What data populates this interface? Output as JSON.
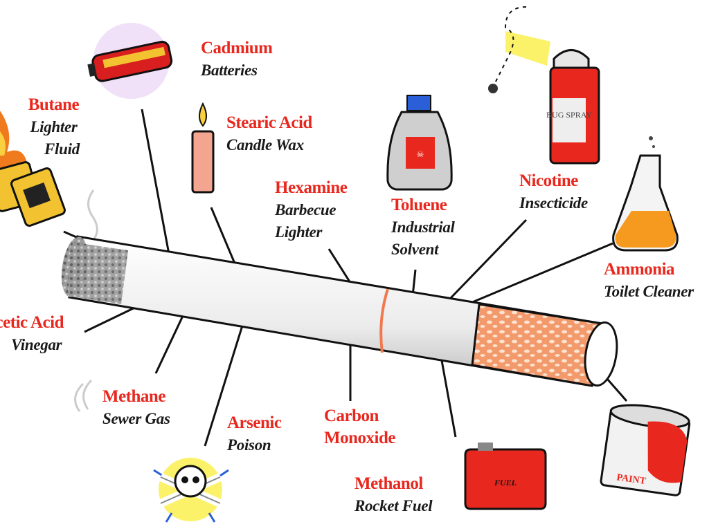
{
  "title": "Chemicals in a cigarette",
  "labels": {
    "cadmium": {
      "chemical": "Cadmium",
      "use": [
        "Batteries"
      ]
    },
    "butane": {
      "chemical": "Butane",
      "use": [
        "Lighter",
        "Fluid"
      ]
    },
    "stearic": {
      "chemical": "Stearic Acid",
      "use": [
        "Candle Wax"
      ]
    },
    "hexamine": {
      "chemical": "Hexamine",
      "use": [
        "Barbecue",
        "Lighter"
      ]
    },
    "toluene": {
      "chemical": "Toluene",
      "use": [
        "Industrial",
        "Solvent"
      ]
    },
    "nicotine": {
      "chemical": "Nicotine",
      "use": [
        "Insecticide"
      ]
    },
    "ammonia": {
      "chemical": "Ammonia",
      "use": [
        "Toilet Cleaner"
      ]
    },
    "acetic": {
      "chemical": "Acetic Acid",
      "use": [
        "Vinegar"
      ]
    },
    "methane": {
      "chemical": "Methane",
      "use": [
        "Sewer Gas"
      ]
    },
    "arsenic": {
      "chemical": "Arsenic",
      "use": [
        "Poison"
      ]
    },
    "carbon": {
      "chemical": "Carbon",
      "use": [
        "Monoxide"
      ]
    },
    "methanol": {
      "chemical": "Methanol",
      "use": [
        "Rocket Fuel"
      ]
    }
  },
  "artwork_text": {
    "spray_can": "BUG SPRAY",
    "fuel_can": "FUEL",
    "paint_can": "PAINT"
  },
  "colors": {
    "chemical_text": "#e8281e",
    "use_text": "#1a1a1a",
    "filter": "#f4a27a",
    "ring": "#f07a50"
  }
}
